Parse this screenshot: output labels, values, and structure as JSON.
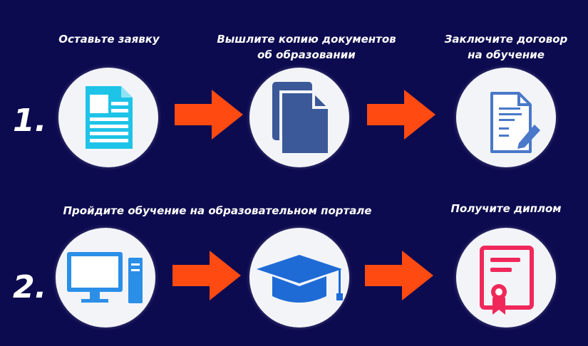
{
  "colors": {
    "background": "#0d0b4f",
    "arrow": "#ff4a12",
    "circle": "#f3f4f8",
    "doc_icon": "#1ec3e8",
    "files_icon": "#3b5998",
    "contract_icon": "#4a78c9",
    "computer_icon": "#2b8fe8",
    "cap_icon": "#1e6bd6",
    "diploma_icon": "#f0285a"
  },
  "row1": {
    "number": "1.",
    "steps": [
      {
        "lines": [
          "Оставьте заявку"
        ],
        "icon": "application-form-icon"
      },
      {
        "lines": [
          "Вышлите копию документов",
          "об образовании"
        ],
        "icon": "documents-copy-icon"
      },
      {
        "lines": [
          "Заключите договор",
          "на обучение"
        ],
        "icon": "contract-sign-icon"
      }
    ]
  },
  "row2": {
    "number": "2.",
    "caption": "Пройдите обучение на образовательном портале",
    "steps": [
      {
        "icon": "computer-icon"
      },
      {
        "icon": "graduation-cap-icon"
      },
      {
        "lines": [
          "Получите диплом"
        ],
        "icon": "diploma-icon"
      }
    ]
  }
}
